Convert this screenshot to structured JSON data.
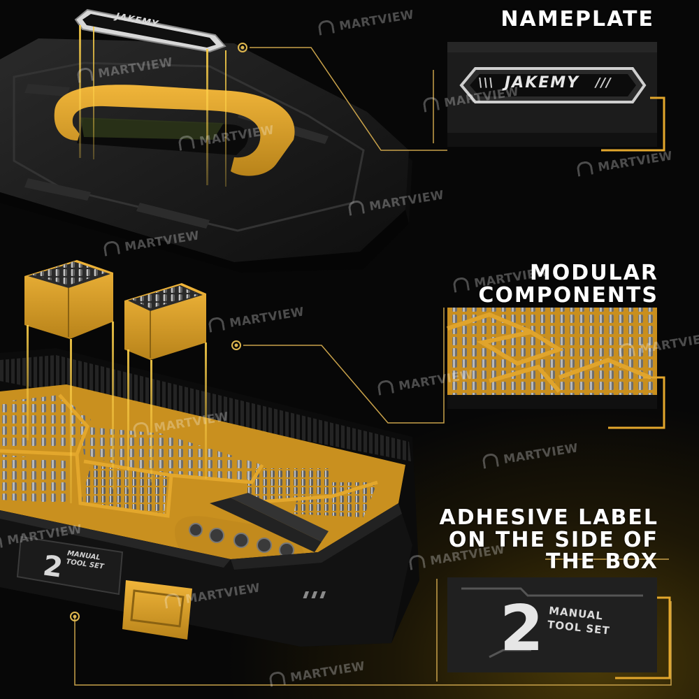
{
  "callouts": {
    "nameplate": "NAMEPLATE",
    "modular_line1": "MODULAR",
    "modular_line2": "COMPONENTS",
    "adhesive_line1": "ADHESIVE LABEL",
    "adhesive_line2": "ON THE SIDE OF",
    "adhesive_line3": "THE BOX"
  },
  "brand": {
    "name": "JAKEMY"
  },
  "side_label": {
    "number": "2",
    "line1": "MANUAL",
    "line2": "TOOL SET"
  },
  "watermark": "MARTVIEW",
  "colors": {
    "accent": "#e8a821",
    "case": "#151515",
    "background": "#070707",
    "text": "#ffffff"
  },
  "icons": [
    "martview-logo-icon",
    "chevron-icon"
  ]
}
